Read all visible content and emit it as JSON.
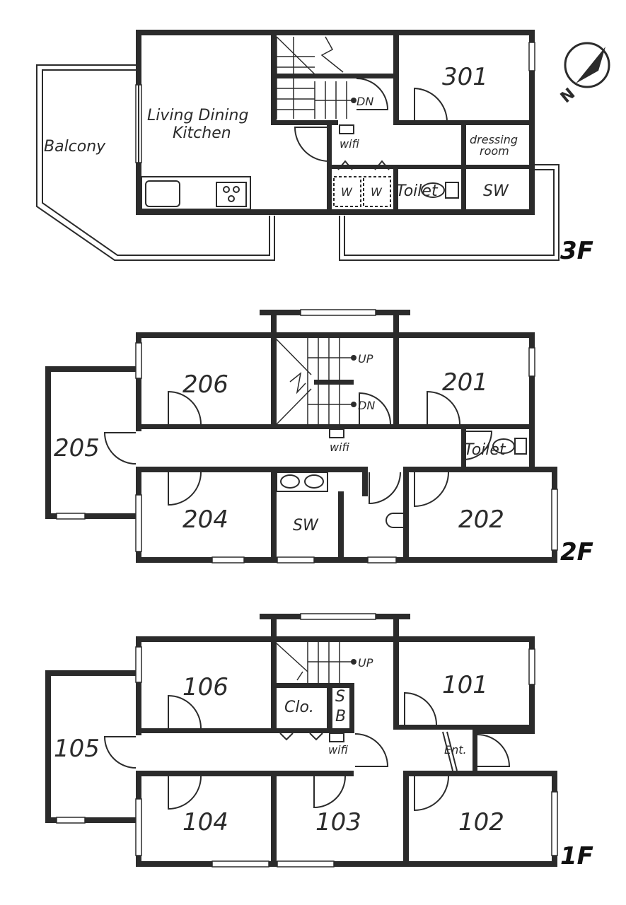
{
  "floors": {
    "f3": {
      "label": "3F",
      "rooms": {
        "r301": "301",
        "balcony": "Balcony",
        "ldk_line1": "Living Dining",
        "ldk_line2": "Kitchen",
        "dressing_line1": "dressing",
        "dressing_line2": "room",
        "toilet": "Toilet",
        "sw": "SW",
        "wifi": "wifi",
        "w1": "W",
        "w2": "W",
        "dn": "DN"
      }
    },
    "f2": {
      "label": "2F",
      "rooms": {
        "r201": "201",
        "r202": "202",
        "r204": "204",
        "r205": "205",
        "r206": "206",
        "toilet": "Toilet",
        "sw": "SW",
        "wifi": "wifi",
        "up": "UP",
        "dn": "DN"
      }
    },
    "f1": {
      "label": "1F",
      "rooms": {
        "r101": "101",
        "r102": "102",
        "r103": "103",
        "r104": "104",
        "r105": "105",
        "r106": "106",
        "clo": "Clo.",
        "sb1": "S",
        "sb2": "B",
        "ent": "Ent.",
        "wifi": "wifi",
        "up": "UP"
      }
    }
  },
  "compass": {
    "label": "N",
    "icon": "north-arrow-icon"
  },
  "colors": {
    "wall": "#2b2b2b",
    "background": "#ffffff"
  }
}
